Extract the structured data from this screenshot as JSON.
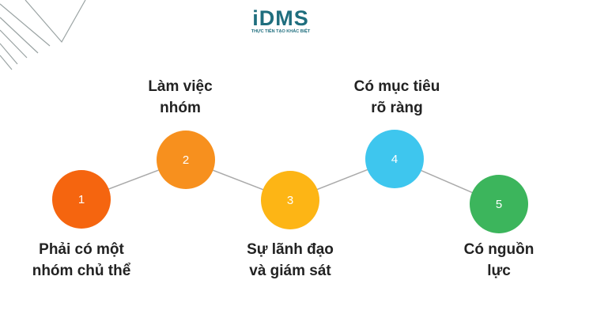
{
  "logo": {
    "mark": "iDMS",
    "tagline": "THỰC TIỄN TẠO KHÁC BIỆT"
  },
  "steps": [
    {
      "number": "1",
      "line1": "Phải có một",
      "line2": "nhóm chủ thể",
      "color": "#f5650f"
    },
    {
      "number": "2",
      "line1": "Làm việc",
      "line2": "nhóm",
      "color": "#f7901e"
    },
    {
      "number": "3",
      "line1": "Sự lãnh đạo",
      "line2": "và giám sát",
      "color": "#fdb515"
    },
    {
      "number": "4",
      "line1": "Có mục tiêu",
      "line2": "rõ ràng",
      "color": "#3ec6ee"
    },
    {
      "number": "5",
      "line1": "Có nguồn",
      "line2": "lực",
      "color": "#3cb55c"
    }
  ]
}
